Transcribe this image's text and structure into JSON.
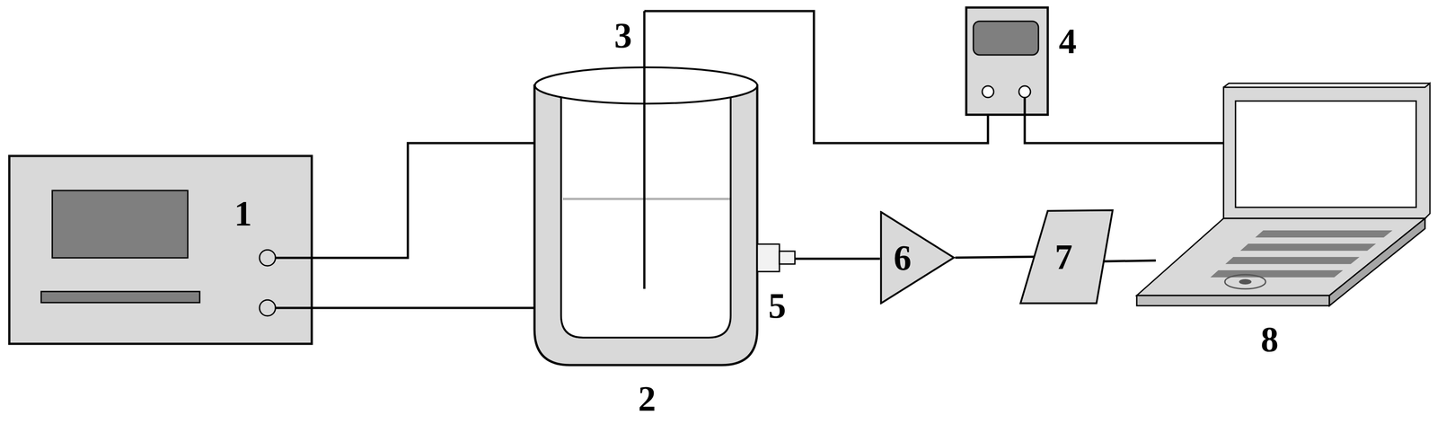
{
  "diagram": {
    "nodes": [
      {
        "text": [
          "6"
        ]
      },
      {
        "text": [
          "7"
        ]
      }
    ],
    "edges": [
      {
        "from": 0,
        "to": 1,
        "arrow": "none"
      }
    ],
    "labels": [
      "1",
      "2",
      "3",
      "4",
      "5",
      "8"
    ]
  }
}
